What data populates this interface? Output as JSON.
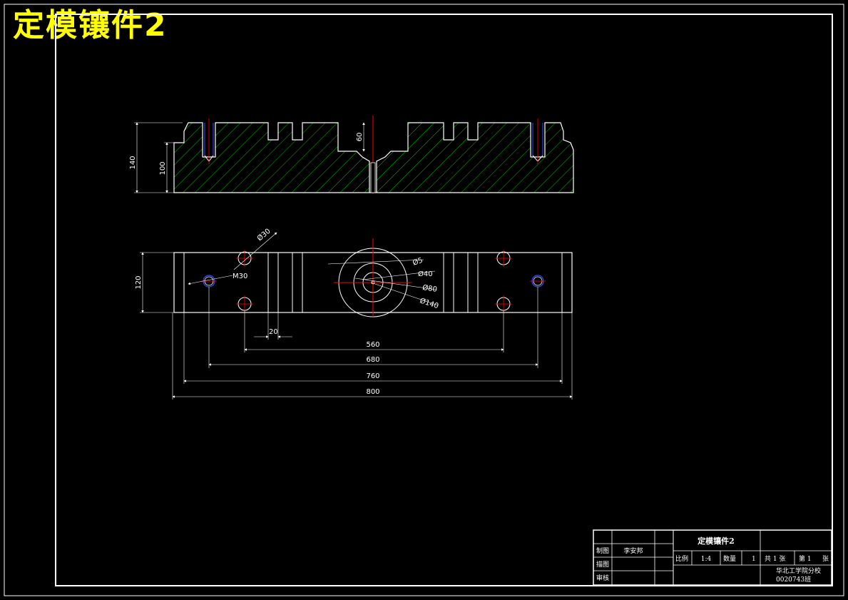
{
  "drawing_title": "定模镶件2",
  "front_view": {
    "dims": {
      "height_total": "140",
      "height_body": "100",
      "gate_depth": "60"
    }
  },
  "top_view": {
    "dims": {
      "width": "120",
      "hole_dia": "Ø30",
      "thread": "M30",
      "slot": "20",
      "span_560": "560",
      "span_680": "680",
      "span_760": "760",
      "span_800": "800",
      "d5": "Ø5",
      "d40": "Ø40",
      "d80": "Ø80",
      "d140": "Ø140"
    }
  },
  "title_block": {
    "part_name": "定模镶件2",
    "made_by_label": "制图",
    "made_by_name": "李安邦",
    "traced_label": "描图",
    "checked_label": "审核",
    "scale_label": "比例",
    "scale_value": "1:4",
    "qty_label": "数量",
    "qty_value": "1",
    "total_sheets": "共 1 张",
    "sheet_no": "第 1",
    "sheet_unit": "张",
    "school": "华北工学院分校",
    "student_id": "0020743班"
  },
  "colors": {
    "frame": "#ffffff",
    "hatch": "#00c000",
    "center": "#ff0000",
    "title": "#ffff00",
    "hidden": "#0000ff"
  }
}
